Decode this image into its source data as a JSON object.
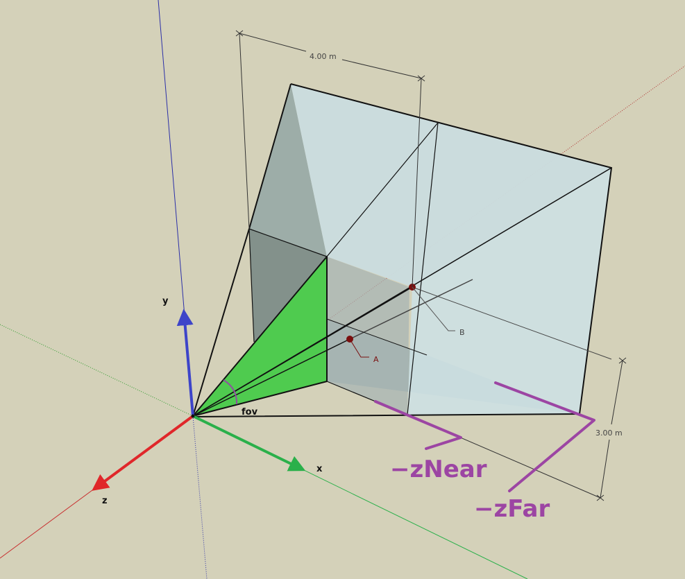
{
  "axes": {
    "y": "y",
    "x": "x",
    "z": "z"
  },
  "labels": {
    "fov": "fov",
    "point_a": "A",
    "point_b": "B",
    "z_near": "−zNear",
    "z_far": "−zFar"
  },
  "dimensions": {
    "width": "4.00 m",
    "height": "3.00 m"
  },
  "colors": {
    "background": "#d4d1b9",
    "near_plane": "#4fcb4f",
    "frustum_face": "#cde0e3",
    "annotation": "#9c45a3",
    "axis_x": "#2ab04a",
    "axis_y": "#3d44c9",
    "axis_z": "#e0272a",
    "point": "#7a0f0f"
  }
}
